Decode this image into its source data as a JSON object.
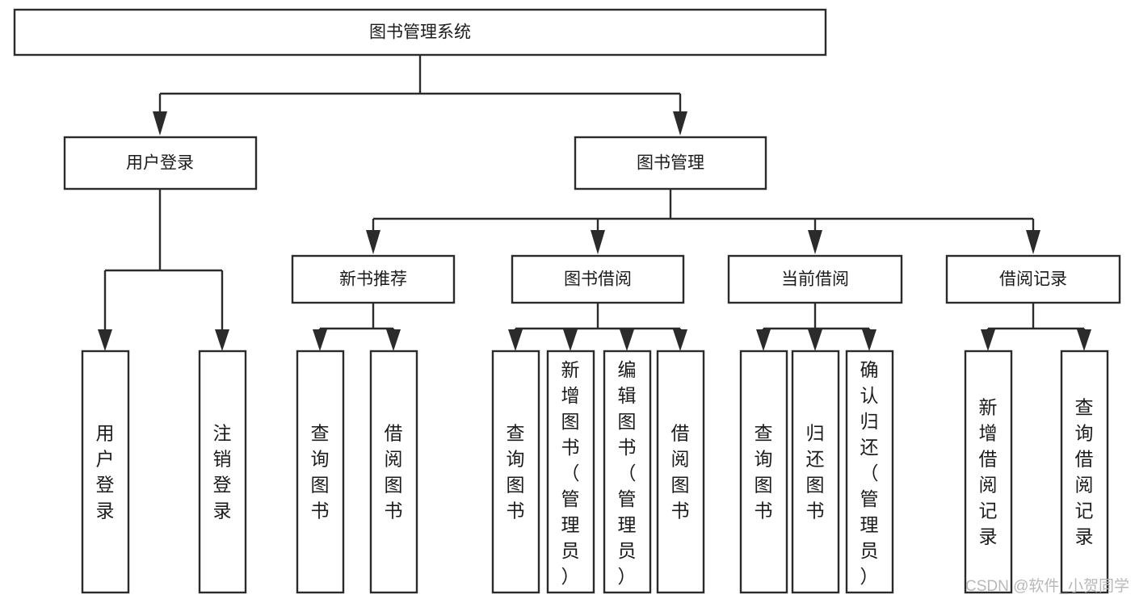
{
  "diagram": {
    "title": "图书管理系统",
    "type": "tree-hierarchy",
    "root": {
      "label": "图书管理系统"
    },
    "level2": [
      {
        "label": "用户登录"
      },
      {
        "label": "图书管理"
      }
    ],
    "level3": [
      {
        "label": "新书推荐"
      },
      {
        "label": "图书借阅"
      },
      {
        "label": "当前借阅"
      },
      {
        "label": "借阅记录"
      }
    ],
    "leaves": {
      "user_login": [
        {
          "label": "用户登录"
        },
        {
          "label": "注销登录"
        }
      ],
      "new_book_recommend": [
        {
          "label": "查询图书"
        },
        {
          "label": "借阅图书"
        }
      ],
      "book_borrow": [
        {
          "label": "查询图书"
        },
        {
          "label": "新增图书（管理员）"
        },
        {
          "label": "编辑图书（管理员）"
        },
        {
          "label": "借阅图书"
        }
      ],
      "current_borrow": [
        {
          "label": "查询图书"
        },
        {
          "label": "归还图书"
        },
        {
          "label": "确认归还（管理员）"
        }
      ],
      "borrow_record": [
        {
          "label": "新增借阅记录"
        },
        {
          "label": "查询借阅记录"
        }
      ]
    }
  },
  "watermark": {
    "text": "CSDN @软件_小贺同学"
  },
  "colors": {
    "stroke": "#2b2b2b",
    "fill": "#ffffff",
    "text": "#1b1b1b",
    "watermark": "#b8b8b8"
  }
}
